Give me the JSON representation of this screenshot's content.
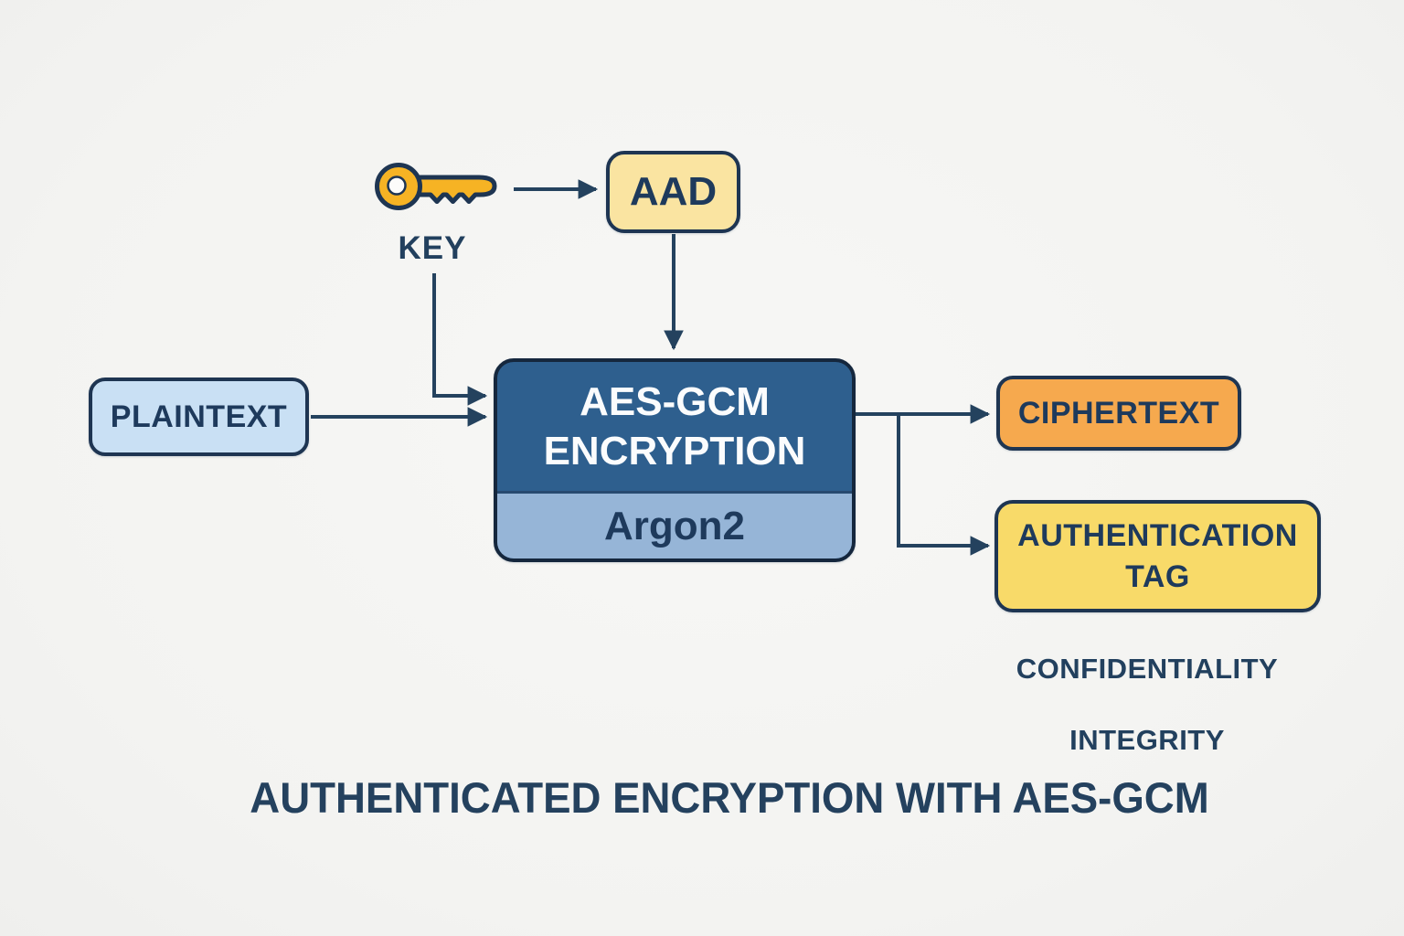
{
  "title": "AUTHENTICATED ENCRYPTION WITH AES-GCM",
  "key": {
    "caption": "KEY",
    "icon": "key-icon"
  },
  "nodes": {
    "aad": {
      "label": "AAD",
      "fill": "#FAE4A1"
    },
    "plaintext": {
      "label": "PLAINTEXT",
      "fill": "#C9E0F4"
    },
    "aes": {
      "label": "AES-GCM ENCRYPTION",
      "sublabel": "Argon2",
      "fill": "#2E5F8E",
      "sub_fill": "#96B5D7"
    },
    "ciphertext": {
      "label": "CIPHERTEXT",
      "fill": "#F6A94E"
    },
    "auth_tag": {
      "label": "AUTHENTICATION TAG",
      "fill": "#F8DA69"
    }
  },
  "annotations": {
    "confidentiality": "CONFIDENTIALITY",
    "integrity": "INTEGRITY"
  },
  "connectors": [
    "key-to-aad",
    "aad-to-aes",
    "key-to-aes",
    "plaintext-to-aes",
    "aes-to-ciphertext",
    "aes-to-auth-tag"
  ],
  "colors": {
    "background": "#F4F4F2",
    "line": "#24425E",
    "text": "#1F3A5C",
    "border": "#1E3552",
    "key_gold": "#F6B324",
    "aes_dark_blue": "#2E5F8E",
    "argon_light_blue": "#96B5D7",
    "plaintext_blue": "#C9E0F4",
    "aad_yellow": "#FAE4A1",
    "ciphertext_orange": "#F6A94E",
    "auth_tag_yellow": "#F8DA69"
  }
}
